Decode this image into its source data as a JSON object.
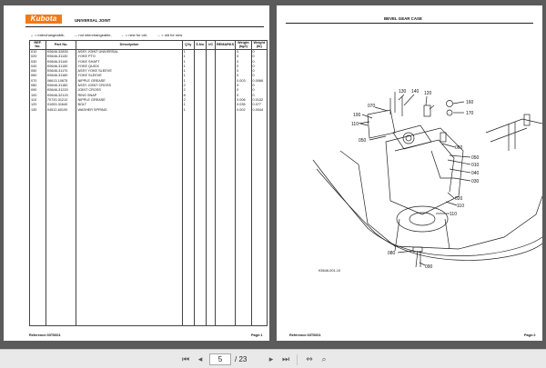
{
  "left_page": {
    "logo_text": "Kubota",
    "title": "UNIVERSAL JOINT",
    "legend": [
      "↔ = interchangeable,",
      "↔ not interchangeable,",
      "← = new for old,",
      "→ = old for new"
    ],
    "columns": [
      "REF. No.",
      "Part No.",
      "Description",
      "Q'ty",
      "S.No.",
      "I/C",
      "REMARKS",
      "Weight (kg/l)",
      "Weight (lb)"
    ],
    "rows": [
      {
        "ref": "010",
        "part": "K5646-32830",
        "desc": "ASSY JOINT UNIVERSAL",
        "qty": "1",
        "w1": "0",
        "w2": "0"
      },
      {
        "ref": "020",
        "part": "K5646-31130",
        "desc": "YOKE PTO",
        "qty": "1",
        "w1": "0",
        "w2": "0"
      },
      {
        "ref": "030",
        "part": "K5646-31140",
        "desc": "YOKE SHAFT",
        "qty": "1",
        "w1": "0",
        "w2": "0"
      },
      {
        "ref": "040",
        "part": "K5646-31150",
        "desc": "YOKE QUICK",
        "qty": "1",
        "w1": "0",
        "w2": "0"
      },
      {
        "ref": "050",
        "part": "K5646-31170",
        "desc": "ASSY YOKE SLEEVE",
        "qty": "1",
        "w1": "0",
        "w2": "0"
      },
      {
        "ref": "060",
        "part": "K5646-31160",
        "desc": "YOKE SLEEVE",
        "qty": "1",
        "w1": "0",
        "w2": "0"
      },
      {
        "ref": "070",
        "part": "06613-10675",
        "desc": "NIPPLE GREASE",
        "qty": "1",
        "w1": "0.003",
        "w2": "0.0066"
      },
      {
        "ref": "080",
        "part": "K5646-31180",
        "desc": "ASSY JOINT CROSS",
        "qty": "2",
        "w1": "0",
        "w2": "0"
      },
      {
        "ref": "090",
        "part": "K5646-31220",
        "desc": "JOINT CROSS",
        "qty": "2",
        "w1": "0",
        "w2": "0"
      },
      {
        "ref": "100",
        "part": "K5646-32120",
        "desc": "RING SNAP",
        "qty": "8",
        "w1": "0",
        "w2": "0"
      },
      {
        "ref": "110",
        "part": "70720-31212",
        "desc": "NIPPLE GREASE",
        "qty": "2",
        "w1": "0.006",
        "w2": "0.0132"
      },
      {
        "ref": "120",
        "part": "01053-31640",
        "desc": "BOLT",
        "qty": "1",
        "w1": "0.035",
        "w2": "0.077"
      },
      {
        "ref": "130",
        "part": "04512-60100",
        "desc": "WASHER SPRING",
        "qty": "1",
        "w1": "0.002",
        "w2": "0.0044"
      }
    ],
    "reference": "Reference:03T0601",
    "page_label": "Page:1"
  },
  "right_page": {
    "title": "BEVEL GEAR CASE",
    "callouts": [
      "070",
      "130",
      "140",
      "120",
      "110",
      "100",
      "050",
      "160",
      "170",
      "060",
      "050",
      "010",
      "040",
      "030",
      "020",
      "110",
      "110",
      "080",
      "090"
    ],
    "figure_code": "K5646-001-10",
    "reference": "Reference:03T0601",
    "page_label": "Page:2"
  },
  "toolbar": {
    "current_page": "5",
    "total_pages": "/ 23",
    "first_icon": "first-page-icon",
    "prev_icon": "prev-page-icon",
    "next_icon": "next-page-icon",
    "last_icon": "last-page-icon",
    "colors": {
      "bar": "#e9e9e9",
      "bg": "#5b5b5b",
      "logo": "#f07a1a"
    }
  }
}
